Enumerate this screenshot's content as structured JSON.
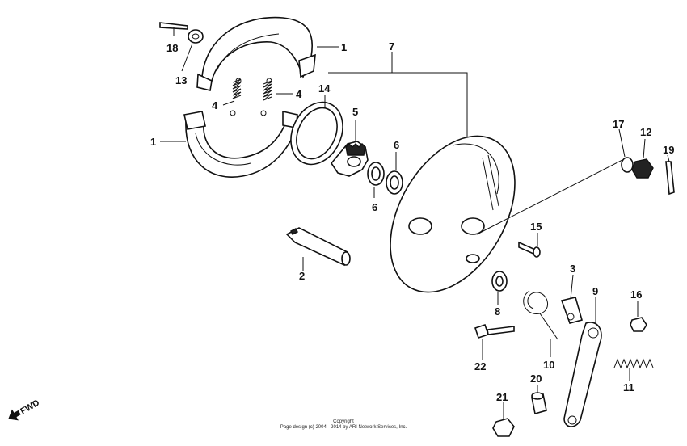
{
  "labels": {
    "l1a": "1",
    "l1b": "1",
    "l2": "2",
    "l3": "3",
    "l4a": "4",
    "l4b": "4",
    "l5": "5",
    "l6a": "6",
    "l6b": "6",
    "l7": "7",
    "l8": "8",
    "l9": "9",
    "l10": "10",
    "l11": "11",
    "l12": "12",
    "l13": "13",
    "l14": "14",
    "l15": "15",
    "l16": "16",
    "l17": "17",
    "l18": "18",
    "l19": "19",
    "l20": "20",
    "l21": "21",
    "l22": "22"
  },
  "fwd": "FWD",
  "copyright": {
    "line1": "Copyright",
    "line2": "Page design (c) 2004 - 2014 by ARI Network Services, Inc."
  }
}
